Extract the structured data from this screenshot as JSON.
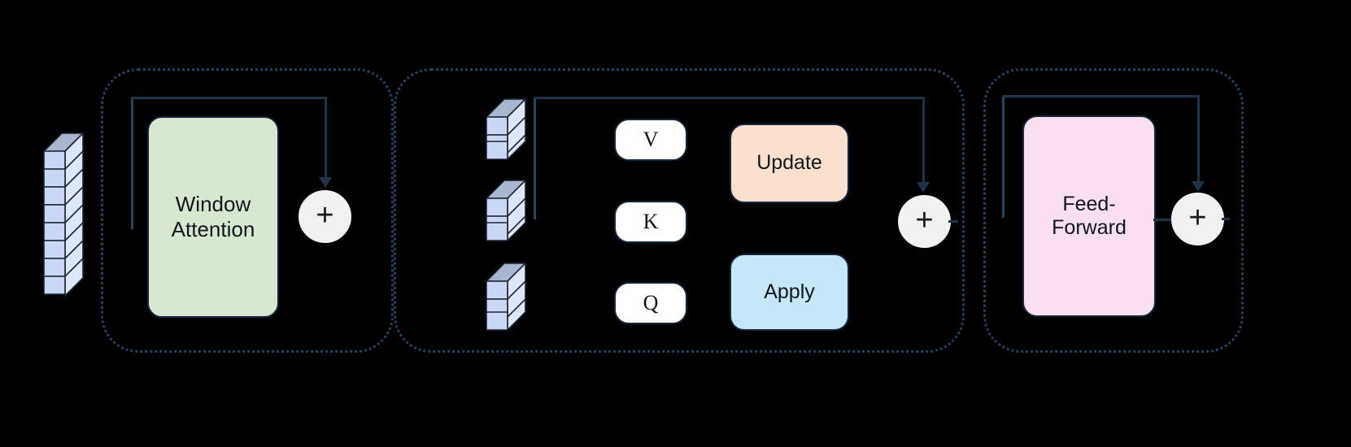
{
  "diagram": {
    "title": "Transformer block with window attention, KV update/apply, and feed-forward",
    "background_color": "#000000",
    "line_color": "#1d3448",
    "group_border_color": "#24405c"
  },
  "groups": [
    {
      "name": "window-attention-stage",
      "label": ""
    },
    {
      "name": "kv-memory-stage",
      "label": ""
    },
    {
      "name": "feed-forward-stage",
      "label": ""
    }
  ],
  "blocks": {
    "window_attention": {
      "label": "Window\nAttention",
      "color": "#d8e8d0"
    },
    "v": {
      "label": "V",
      "color": "#ffffff"
    },
    "k": {
      "label": "K",
      "color": "#ffffff"
    },
    "q": {
      "label": "Q",
      "color": "#ffffff"
    },
    "update": {
      "label": "Update",
      "color": "#fbe0ce"
    },
    "apply": {
      "label": "Apply",
      "color": "#c6e7f7"
    },
    "feed_forward": {
      "label": "Feed-\nForward",
      "color": "#f9dff0"
    }
  },
  "residual_nodes": [
    {
      "name": "add-node-1",
      "symbol": "+"
    },
    {
      "name": "add-node-2",
      "symbol": "+"
    },
    {
      "name": "add-node-3",
      "symbol": "+"
    }
  ],
  "token_stacks": [
    {
      "name": "input-token-stack",
      "cubes": 9,
      "face_color": "#c9d8f5",
      "top_color": "#a9b6cf",
      "side_color": "#dde6fa"
    },
    {
      "name": "v-token-stack",
      "cubes": 3,
      "face_color": "#c9d8f5",
      "top_color": "#a9b6cf",
      "side_color": "#dde6fa"
    },
    {
      "name": "k-token-stack",
      "cubes": 3,
      "face_color": "#c9d8f5",
      "top_color": "#a9b6cf",
      "side_color": "#dde6fa"
    },
    {
      "name": "q-token-stack",
      "cubes": 3,
      "face_color": "#c9d8f5",
      "top_color": "#a9b6cf",
      "side_color": "#dde6fa"
    }
  ]
}
